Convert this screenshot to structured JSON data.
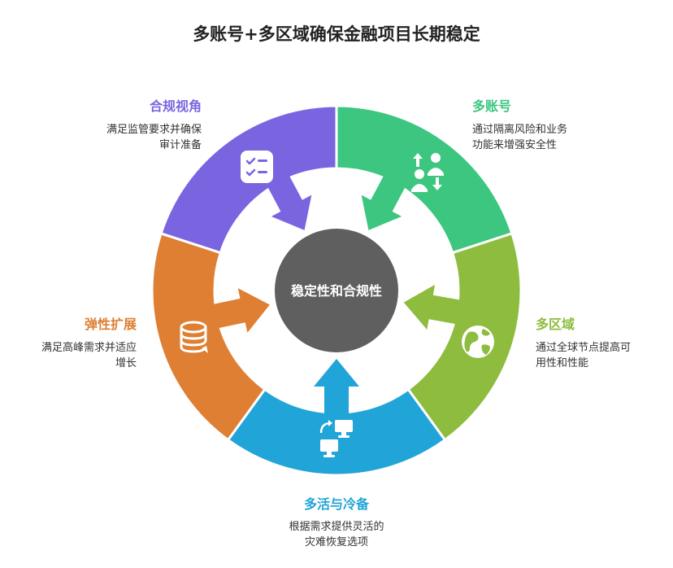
{
  "title": "多账号+多区域确保金融项目长期稳定",
  "center_label": "稳定性和合规性",
  "colors": {
    "center": "#5f5f5f",
    "compliance": "#7b64e0",
    "multi_account": "#3cc67f",
    "multi_region": "#8dbc3f",
    "active_cold": "#21a4d8",
    "elastic": "#de7f33"
  },
  "segments": {
    "compliance": {
      "title": "合规视角",
      "desc": [
        "满足监管要求并确保",
        "审计准备"
      ],
      "icon": "checklist-icon"
    },
    "multi_account": {
      "title": "多账号",
      "desc": [
        "通过隔离风险和业务",
        "功能来增强安全性"
      ],
      "icon": "user-swap-icon"
    },
    "multi_region": {
      "title": "多区域",
      "desc": [
        "通过全球节点提高可",
        "用性和性能"
      ],
      "icon": "globe-icon"
    },
    "active_cold": {
      "title": "多活与冷备",
      "desc": [
        "根据需求提供灵活的",
        "灾难恢复选项"
      ],
      "icon": "monitor-sync-icon"
    },
    "elastic": {
      "title": "弹性扩展",
      "desc": [
        "满足高峰需求并适应",
        "增长"
      ],
      "icon": "stack-scale-icon"
    }
  }
}
